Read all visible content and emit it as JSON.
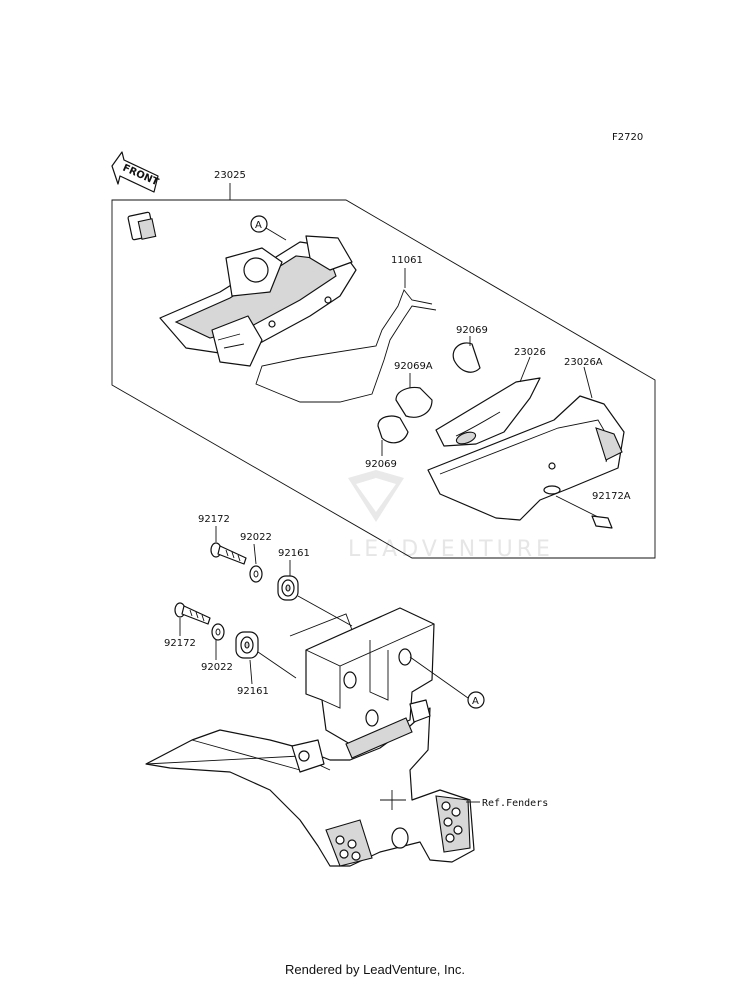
{
  "figure_code": "F2720",
  "front_label": "FRONT",
  "watermark": "LEADVENTURE",
  "callouts": {
    "assembly": "23025",
    "harness": "11061",
    "bulb_upper": "92069",
    "bulb_mid": "92069A",
    "bulb_lower": "92069",
    "lens": "23026",
    "housing": "23026A",
    "screw_small": "92172A",
    "bolt_upper": "92172",
    "washer_upper": "92022",
    "grommet_upper": "92161",
    "bolt_lower": "92172",
    "washer_lower": "92022",
    "grommet_lower": "92161",
    "ref_a_top": "A",
    "ref_a_bottom": "A",
    "ref_fenders": "Ref.Fenders"
  },
  "footer": "Rendered by LeadVenture, Inc."
}
